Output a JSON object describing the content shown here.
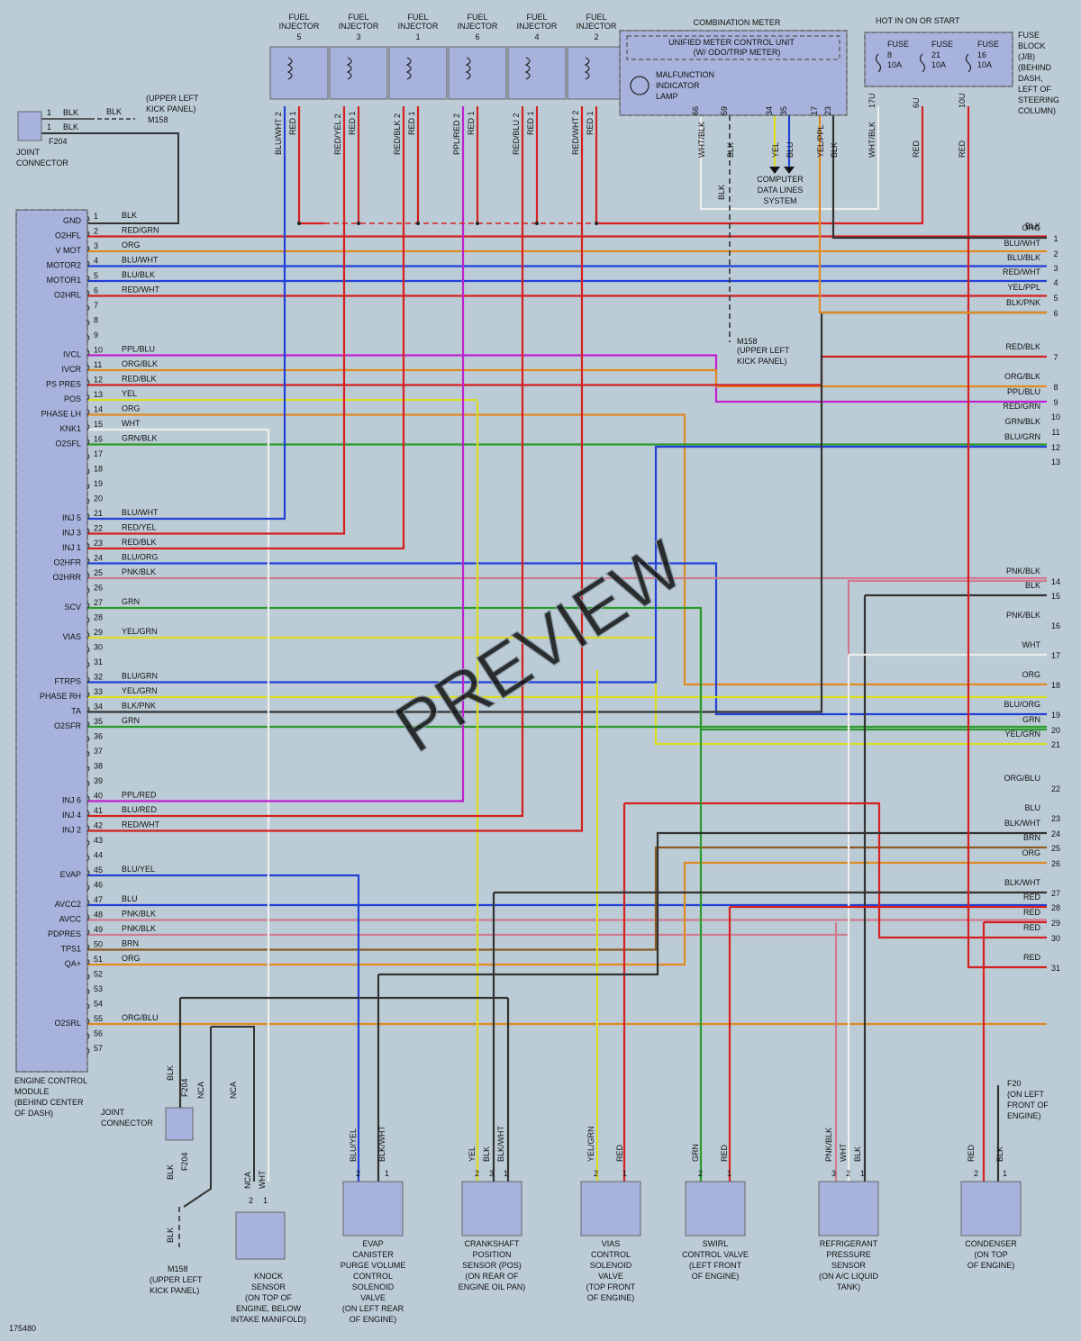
{
  "diagram_id": "175480",
  "watermark": "PREVIEW",
  "injectors": [
    {
      "title": "FUEL INJECTOR",
      "num": "5",
      "sig_wire": "BLU/WHT",
      "pwr_wire": "RED",
      "sig_pin": "2",
      "pwr_pin": "1"
    },
    {
      "title": "FUEL INJECTOR",
      "num": "3",
      "sig_wire": "RED/YEL",
      "pwr_wire": "RED",
      "sig_pin": "2",
      "pwr_pin": "1"
    },
    {
      "title": "FUEL INJECTOR",
      "num": "1",
      "sig_wire": "RED/BLK",
      "pwr_wire": "RED",
      "sig_pin": "2",
      "pwr_pin": "1"
    },
    {
      "title": "FUEL INJECTOR",
      "num": "6",
      "sig_wire": "PPL/RED",
      "pwr_wire": "RED",
      "sig_pin": "2",
      "pwr_pin": "1"
    },
    {
      "title": "FUEL INJECTOR",
      "num": "4",
      "sig_wire": "RED/BLU",
      "pwr_wire": "RED",
      "sig_pin": "2",
      "pwr_pin": "1"
    },
    {
      "title": "FUEL INJECTOR",
      "num": "2",
      "sig_wire": "RED/WHT",
      "pwr_wire": "RED",
      "sig_pin": "2",
      "pwr_pin": "1"
    }
  ],
  "combination_meter": {
    "title": "COMBINATION METER",
    "unit": "UNIFIED METER CONTROL UNIT",
    "unit_sub": "(W/ ODO/TRIP METER)",
    "lamp": [
      "MALFUNCTION",
      "INDICATOR",
      "LAMP"
    ],
    "pins": [
      {
        "pin": "66",
        "wire": "WHT/BLK"
      },
      {
        "pin": "59",
        "wire": "BLK"
      },
      {
        "pin": "34",
        "wire": "YEL"
      },
      {
        "pin": "35",
        "wire": "BLU"
      },
      {
        "pin": "17",
        "wire": "YEL/PPL"
      },
      {
        "pin": "23",
        "wire": "BLK"
      }
    ],
    "data_lines": [
      "COMPUTER",
      "DATA LINES",
      "SYSTEM"
    ]
  },
  "fuse_block": {
    "header": "HOT IN ON OR START",
    "label": [
      "FUSE",
      "BLOCK",
      "(J/B)",
      "(BEHIND",
      "DASH,",
      "LEFT OF",
      "STEERING",
      "COLUMN)"
    ],
    "fuses": [
      {
        "name": "FUSE",
        "num": "8",
        "amps": "10A",
        "pin": "17U",
        "wire": "WHT/BLK"
      },
      {
        "name": "FUSE",
        "num": "21",
        "amps": "10A",
        "pin": "6U",
        "wire": "RED"
      },
      {
        "name": "FUSE",
        "num": "16",
        "amps": "10A",
        "pin": "10U",
        "wire": "RED"
      }
    ]
  },
  "joint_connector_top": {
    "pins": [
      "1",
      "1"
    ],
    "wires": [
      "BLK",
      "BLK"
    ],
    "out_wire": "BLK",
    "code": "F204",
    "label": [
      "JOINT",
      "CONNECTOR"
    ],
    "ground": "M158",
    "ground_loc": [
      "(UPPER LEFT",
      "KICK PANEL)"
    ]
  },
  "ground_m158_mid": {
    "code": "M158",
    "loc": [
      "(UPPER LEFT",
      "KICK PANEL)"
    ],
    "wire": "BLK"
  },
  "ecm": {
    "label": [
      "ENGINE CONTROL",
      "MODULE",
      "(BEHIND CENTER",
      "OF DASH)"
    ],
    "pins": [
      {
        "pin": "1",
        "name": "GND",
        "wire": "BLK"
      },
      {
        "pin": "2",
        "name": "O2HFL",
        "wire": "RED/GRN"
      },
      {
        "pin": "3",
        "name": "V MOT",
        "wire": "ORG"
      },
      {
        "pin": "4",
        "name": "MOTOR2",
        "wire": "BLU/WHT"
      },
      {
        "pin": "5",
        "name": "MOTOR1",
        "wire": "BLU/BLK"
      },
      {
        "pin": "6",
        "name": "O2HRL",
        "wire": "RED/WHT"
      },
      {
        "pin": "7",
        "name": "",
        "wire": ""
      },
      {
        "pin": "8",
        "name": "",
        "wire": ""
      },
      {
        "pin": "9",
        "name": "",
        "wire": ""
      },
      {
        "pin": "10",
        "name": "IVCL",
        "wire": "PPL/BLU"
      },
      {
        "pin": "11",
        "name": "IVCR",
        "wire": "ORG/BLK"
      },
      {
        "pin": "12",
        "name": "PS PRES",
        "wire": "RED/BLK"
      },
      {
        "pin": "13",
        "name": "POS",
        "wire": "YEL"
      },
      {
        "pin": "14",
        "name": "PHASE LH",
        "wire": "ORG"
      },
      {
        "pin": "15",
        "name": "KNK1",
        "wire": "WHT"
      },
      {
        "pin": "16",
        "name": "O2SFL",
        "wire": "GRN/BLK"
      },
      {
        "pin": "17",
        "name": "",
        "wire": ""
      },
      {
        "pin": "18",
        "name": "",
        "wire": ""
      },
      {
        "pin": "19",
        "name": "",
        "wire": ""
      },
      {
        "pin": "20",
        "name": "",
        "wire": ""
      },
      {
        "pin": "21",
        "name": "INJ 5",
        "wire": "BLU/WHT"
      },
      {
        "pin": "22",
        "name": "INJ 3",
        "wire": "RED/YEL"
      },
      {
        "pin": "23",
        "name": "INJ 1",
        "wire": "RED/BLK"
      },
      {
        "pin": "24",
        "name": "O2HFR",
        "wire": "BLU/ORG"
      },
      {
        "pin": "25",
        "name": "O2HRR",
        "wire": "PNK/BLK"
      },
      {
        "pin": "26",
        "name": "",
        "wire": ""
      },
      {
        "pin": "27",
        "name": "SCV",
        "wire": "GRN"
      },
      {
        "pin": "28",
        "name": "",
        "wire": ""
      },
      {
        "pin": "29",
        "name": "VIAS",
        "wire": "YEL/GRN"
      },
      {
        "pin": "30",
        "name": "",
        "wire": ""
      },
      {
        "pin": "31",
        "name": "",
        "wire": ""
      },
      {
        "pin": "32",
        "name": "FTRPS",
        "wire": "BLU/GRN"
      },
      {
        "pin": "33",
        "name": "PHASE RH",
        "wire": "YEL/GRN"
      },
      {
        "pin": "34",
        "name": "TA",
        "wire": "BLK/PNK"
      },
      {
        "pin": "35",
        "name": "O2SFR",
        "wire": "GRN"
      },
      {
        "pin": "36",
        "name": "",
        "wire": ""
      },
      {
        "pin": "37",
        "name": "",
        "wire": ""
      },
      {
        "pin": "38",
        "name": "",
        "wire": ""
      },
      {
        "pin": "39",
        "name": "",
        "wire": ""
      },
      {
        "pin": "40",
        "name": "INJ 6",
        "wire": "PPL/RED"
      },
      {
        "pin": "41",
        "name": "INJ 4",
        "wire": "BLU/RED"
      },
      {
        "pin": "42",
        "name": "INJ 2",
        "wire": "RED/WHT"
      },
      {
        "pin": "43",
        "name": "",
        "wire": ""
      },
      {
        "pin": "44",
        "name": "",
        "wire": ""
      },
      {
        "pin": "45",
        "name": "EVAP",
        "wire": "BLU/YEL"
      },
      {
        "pin": "46",
        "name": "",
        "wire": ""
      },
      {
        "pin": "47",
        "name": "AVCC2",
        "wire": "BLU"
      },
      {
        "pin": "48",
        "name": "AVCC",
        "wire": "PNK/BLK"
      },
      {
        "pin": "49",
        "name": "PDPRES",
        "wire": "PNK/BLK"
      },
      {
        "pin": "50",
        "name": "TPS1",
        "wire": "BRN"
      },
      {
        "pin": "51",
        "name": "QA+",
        "wire": "ORG"
      },
      {
        "pin": "52",
        "name": "",
        "wire": ""
      },
      {
        "pin": "53",
        "name": "",
        "wire": ""
      },
      {
        "pin": "54",
        "name": "",
        "wire": ""
      },
      {
        "pin": "55",
        "name": "O2SRL",
        "wire": "ORG/BLU"
      },
      {
        "pin": "56",
        "name": "",
        "wire": ""
      },
      {
        "pin": "57",
        "name": "",
        "wire": ""
      }
    ]
  },
  "right_connectors": [
    {
      "num": "",
      "wire": "BLK"
    },
    {
      "num": "1",
      "wire": "ORG"
    },
    {
      "num": "2",
      "wire": "BLU/WHT"
    },
    {
      "num": "3",
      "wire": "BLU/BLK"
    },
    {
      "num": "4",
      "wire": "RED/WHT"
    },
    {
      "num": "5",
      "wire": "YEL/PPL"
    },
    {
      "num": "6",
      "wire": "BLK/PNK"
    },
    {
      "num": "7",
      "wire": "RED/BLK"
    },
    {
      "num": "8",
      "wire": "ORG/BLK"
    },
    {
      "num": "9",
      "wire": "PPL/BLU"
    },
    {
      "num": "10",
      "wire": "RED/GRN"
    },
    {
      "num": "11",
      "wire": "GRN/BLK"
    },
    {
      "num": "12",
      "wire": "BLU/GRN"
    },
    {
      "num": "13",
      "wire": ""
    },
    {
      "num": "14",
      "wire": "PNK/BLK"
    },
    {
      "num": "15",
      "wire": "BLK"
    },
    {
      "num": "16",
      "wire": "PNK/BLK"
    },
    {
      "num": "17",
      "wire": "WHT"
    },
    {
      "num": "18",
      "wire": "ORG"
    },
    {
      "num": "19",
      "wire": "BLU/ORG"
    },
    {
      "num": "20",
      "wire": "GRN"
    },
    {
      "num": "21",
      "wire": "YEL/GRN"
    },
    {
      "num": "22",
      "wire": "ORG/BLU"
    },
    {
      "num": "23",
      "wire": "BLU"
    },
    {
      "num": "24",
      "wire": "BLK/WHT"
    },
    {
      "num": "25",
      "wire": "BRN"
    },
    {
      "num": "26",
      "wire": "ORG"
    },
    {
      "num": "27",
      "wire": "BLK/WHT"
    },
    {
      "num": "28",
      "wire": "RED"
    },
    {
      "num": "29",
      "wire": "RED"
    },
    {
      "num": "30",
      "wire": "RED"
    },
    {
      "num": "31",
      "wire": "RED"
    }
  ],
  "bottom_components": [
    {
      "label": [
        "EVAP",
        "CANISTER",
        "PURGE VOLUME",
        "CONTROL",
        "SOLENOID",
        "VALVE",
        "(ON LEFT REAR",
        "OF ENGINE)"
      ],
      "wires": [
        "BLU/YEL",
        "BLK/WHT"
      ],
      "pins": [
        "2",
        "1"
      ]
    },
    {
      "label": [
        "CRANKSHAFT",
        "POSITION",
        "SENSOR (POS)",
        "(ON REAR OF",
        "ENGINE OIL PAN)"
      ],
      "wires": [
        "YEL",
        "BLK",
        "BLK/WHT"
      ],
      "pins": [
        "2",
        "3",
        "1"
      ]
    },
    {
      "label": [
        "VIAS",
        "CONTROL",
        "SOLENOID",
        "VALVE",
        "(TOP FRONT",
        "OF ENGINE)"
      ],
      "wires": [
        "YEL/GRN",
        "RED"
      ],
      "pins": [
        "2",
        "1"
      ]
    },
    {
      "label": [
        "SWIRL",
        "CONTROL VALVE",
        "(LEFT FRONT",
        "OF ENGINE)"
      ],
      "wires": [
        "GRN",
        "RED"
      ],
      "pins": [
        "2",
        "1"
      ]
    },
    {
      "label": [
        "REFRIGERANT",
        "PRESSURE",
        "SENSOR",
        "(ON A/C LIQUID",
        "TANK)"
      ],
      "wires": [
        "PNK/BLK",
        "WHT",
        "BLK"
      ],
      "pins": [
        "3",
        "2",
        "1"
      ]
    },
    {
      "label": [
        "CONDENSER",
        "(ON TOP",
        "OF ENGINE)"
      ],
      "wires": [
        "RED",
        "BLK"
      ],
      "pins": [
        "2",
        "1"
      ]
    }
  ],
  "knock_sensor": {
    "label": [
      "KNOCK",
      "SENSOR",
      "(ON TOP OF",
      "ENGINE, BELOW",
      "INTAKE MANIFOLD)"
    ],
    "wires": [
      "NCA",
      "WHT"
    ],
    "pins": [
      "2",
      "1"
    ],
    "nca": "NCA"
  },
  "joint_connector_bottom": {
    "label": [
      "JOINT",
      "CONNECTOR"
    ],
    "code": "F204",
    "wire": "BLK",
    "nca": "NCA",
    "ground": "M158",
    "ground_loc": [
      "(UPPER LEFT",
      "KICK PANEL)"
    ]
  },
  "ground_f20": {
    "code": "F20",
    "loc": [
      "(ON LEFT",
      "FRONT OF",
      "ENGINE)"
    ]
  },
  "colors": {
    "background": "#bcccd6",
    "module": "#a7b3dc",
    "RED": "#d42020",
    "BLU": "#2040d8",
    "YEL": "#dcdc20",
    "GRN": "#2a9a2a",
    "ORG": "#e08a20",
    "PPL": "#c020d0",
    "PNK": "#d07a90",
    "BLK": "#333333",
    "WHT": "#eeeeee",
    "BRN": "#8a5a20"
  }
}
